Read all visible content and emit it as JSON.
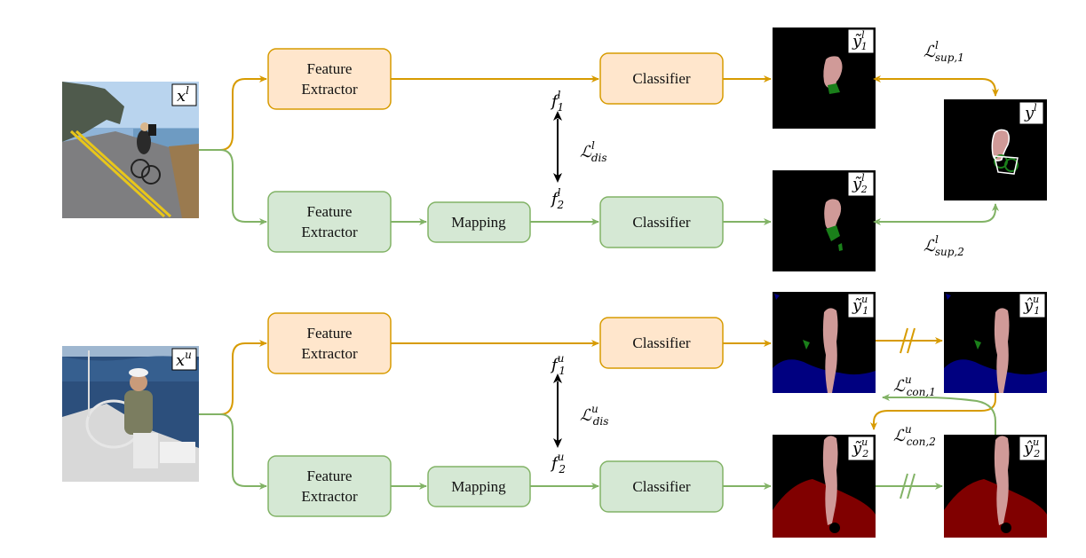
{
  "colors": {
    "orange_fill": "#FFE6CC",
    "orange_stroke": "#D79B00",
    "green_fill": "#D5E8D4",
    "green_stroke": "#82B366",
    "arrow_orange": "#D79B00",
    "arrow_green": "#82B366",
    "seg_person": "#D09A98",
    "seg_bicycle": "#1A7F1A",
    "seg_water": "#000080",
    "seg_boat": "#800000",
    "seg_bg": "#000000"
  },
  "labeled": {
    "input_label": {
      "base": "x",
      "sup": "l"
    },
    "branch1": {
      "extractor": [
        "Feature",
        "Extractor"
      ],
      "classifier": "Classifier"
    },
    "branch2": {
      "extractor": [
        "Feature",
        "Extractor"
      ],
      "mapping": "Mapping",
      "classifier": "Classifier"
    },
    "f1": {
      "base": "f",
      "sub": "1",
      "sup": "l"
    },
    "f2": {
      "base": "f",
      "sub": "2",
      "sup": "l"
    },
    "dis_loss": {
      "base": "ℒ",
      "sub": "dis",
      "sup": "l"
    },
    "pred1": {
      "base": "ỹ",
      "sub": "1",
      "sup": "l"
    },
    "pred2": {
      "base": "ỹ",
      "sub": "2",
      "sup": "l"
    },
    "gt": {
      "base": "y",
      "sup": "l"
    },
    "sup_loss1": {
      "base": "ℒ",
      "sub": "sup,1",
      "sup": "l"
    },
    "sup_loss2": {
      "base": "ℒ",
      "sub": "sup,2",
      "sup": "l"
    }
  },
  "unlabeled": {
    "input_label": {
      "base": "x",
      "sup": "u"
    },
    "branch1": {
      "extractor": [
        "Feature",
        "Extractor"
      ],
      "classifier": "Classifier"
    },
    "branch2": {
      "extractor": [
        "Feature",
        "Extractor"
      ],
      "mapping": "Mapping",
      "classifier": "Classifier"
    },
    "f1": {
      "base": "f",
      "sub": "1",
      "sup": "u"
    },
    "f2": {
      "base": "f",
      "sub": "2",
      "sup": "u"
    },
    "dis_loss": {
      "base": "ℒ",
      "sub": "dis",
      "sup": "u"
    },
    "pred1": {
      "base": "ỹ",
      "sub": "1",
      "sup": "u"
    },
    "pred2": {
      "base": "ỹ",
      "sub": "2",
      "sup": "u"
    },
    "pseudo1": {
      "base": "ŷ",
      "sub": "1",
      "sup": "u"
    },
    "pseudo2": {
      "base": "ŷ",
      "sub": "2",
      "sup": "u"
    },
    "con_loss1": {
      "base": "ℒ",
      "sub": "con,1",
      "sup": "u"
    },
    "con_loss2": {
      "base": "ℒ",
      "sub": "con,2",
      "sup": "u"
    }
  }
}
